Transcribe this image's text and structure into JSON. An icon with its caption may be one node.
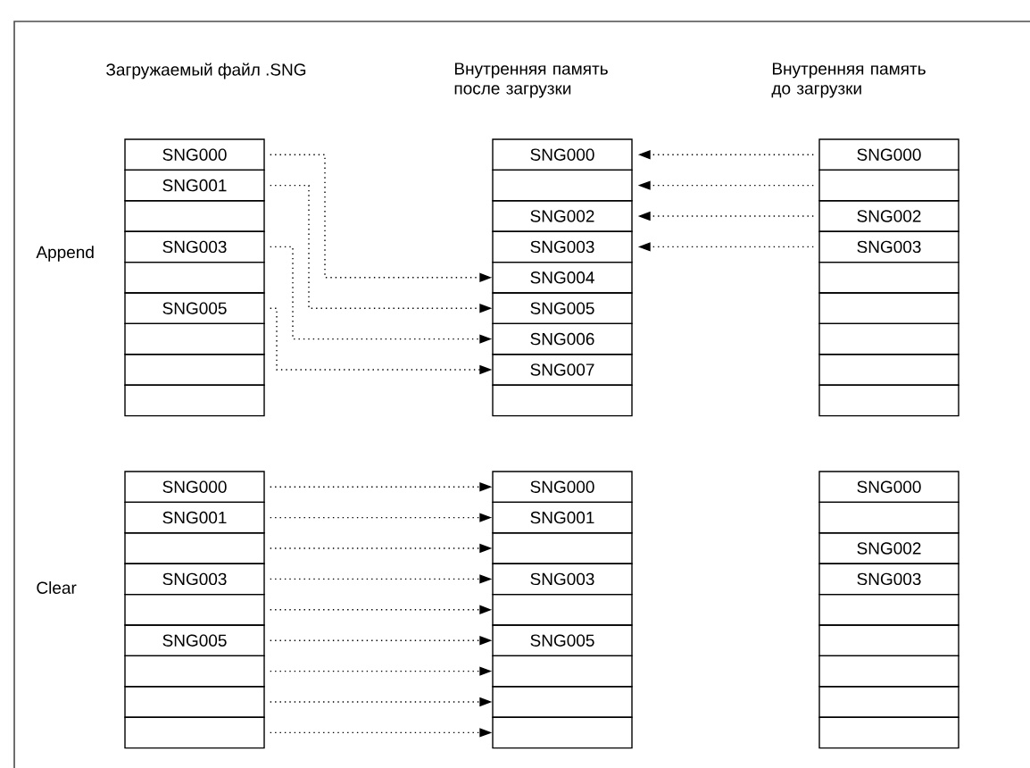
{
  "diagram": {
    "nodes": [
      {
        "text": [
          "SNG000"
        ]
      },
      {
        "text": [
          "SNG001"
        ]
      },
      {
        "text": [],
        "shape": "box"
      },
      {
        "text": [
          "SNG003"
        ]
      },
      {
        "text": [],
        "shape": "box"
      },
      {
        "text": [
          "SNG005"
        ]
      },
      {
        "text": [],
        "shape": "box"
      },
      {
        "text": [],
        "shape": "box"
      },
      {
        "text": [],
        "shape": "box"
      },
      {
        "text": [
          "SNG000"
        ]
      },
      {
        "text": [],
        "shape": "box"
      },
      {
        "text": [
          "SNG002"
        ]
      },
      {
        "text": [
          "SNG003"
        ]
      },
      {
        "text": [
          "SNG004"
        ]
      },
      {
        "text": [
          "SNG005"
        ]
      },
      {
        "text": [
          "SNG006"
        ]
      },
      {
        "text": [
          "SNG007"
        ]
      },
      {
        "text": [],
        "shape": "box"
      },
      {
        "text": [
          "SNG000"
        ]
      },
      {
        "text": [],
        "shape": "box"
      },
      {
        "text": [
          "SNG002"
        ]
      },
      {
        "text": [
          "SNG003"
        ]
      },
      {
        "text": [],
        "shape": "box"
      },
      {
        "text": [],
        "shape": "box"
      },
      {
        "text": [],
        "shape": "box"
      },
      {
        "text": [],
        "shape": "box"
      },
      {
        "text": [],
        "shape": "box"
      },
      {
        "text": [
          "SNG000"
        ]
      },
      {
        "text": [
          "SNG001"
        ]
      },
      {
        "text": [],
        "shape": "box"
      },
      {
        "text": [
          "SNG003"
        ]
      },
      {
        "text": [],
        "shape": "box"
      },
      {
        "text": [
          "SNG005"
        ]
      },
      {
        "text": [],
        "shape": "box"
      },
      {
        "text": [],
        "shape": "box"
      },
      {
        "text": [],
        "shape": "box"
      },
      {
        "text": [
          "SNG000"
        ]
      },
      {
        "text": [
          "SNG001"
        ]
      },
      {
        "text": [],
        "shape": "box"
      },
      {
        "text": [
          "SNG003"
        ]
      },
      {
        "text": [],
        "shape": "box"
      },
      {
        "text": [
          "SNG005"
        ]
      },
      {
        "text": [],
        "shape": "box"
      },
      {
        "text": [],
        "shape": "box"
      },
      {
        "text": [],
        "shape": "box"
      },
      {
        "text": [
          "SNG000"
        ]
      },
      {
        "text": [],
        "shape": "box"
      },
      {
        "text": [
          "SNG002"
        ]
      },
      {
        "text": [
          "SNG003"
        ]
      },
      {
        "text": [],
        "shape": "box"
      },
      {
        "text": [],
        "shape": "box"
      },
      {
        "text": [],
        "shape": "box"
      },
      {
        "text": [],
        "shape": "box"
      },
      {
        "text": [],
        "shape": "box"
      }
    ],
    "edges": [
      {
        "from": 0,
        "to": 13,
        "arrow": "to"
      },
      {
        "from": 1,
        "to": 14,
        "arrow": "to"
      },
      {
        "from": 3,
        "to": 15,
        "arrow": "to"
      },
      {
        "from": 5,
        "to": 16,
        "arrow": "to"
      },
      {
        "from": 18,
        "to": 9,
        "arrow": "to"
      },
      {
        "from": 19,
        "to": 10,
        "arrow": "to"
      },
      {
        "from": 20,
        "to": 11,
        "arrow": "to"
      },
      {
        "from": 21,
        "to": 12,
        "arrow": "to"
      },
      {
        "from": 27,
        "to": 36,
        "arrow": "to"
      },
      {
        "from": 28,
        "to": 37,
        "arrow": "to"
      },
      {
        "from": 29,
        "to": 38,
        "arrow": "to"
      },
      {
        "from": 30,
        "to": 39,
        "arrow": "to"
      },
      {
        "from": 31,
        "to": 40,
        "arrow": "to"
      },
      {
        "from": 32,
        "to": 41,
        "arrow": "to"
      },
      {
        "from": 33,
        "to": 42,
        "arrow": "to"
      },
      {
        "from": 34,
        "to": 43,
        "arrow": "to"
      },
      {
        "from": 35,
        "to": 44,
        "arrow": "to"
      }
    ],
    "labels": [
      "Загружаемый файл .SNG",
      "Внутренняя память после загрузки",
      "Внутренняя память до загрузки",
      "Append",
      "Clear"
    ]
  }
}
